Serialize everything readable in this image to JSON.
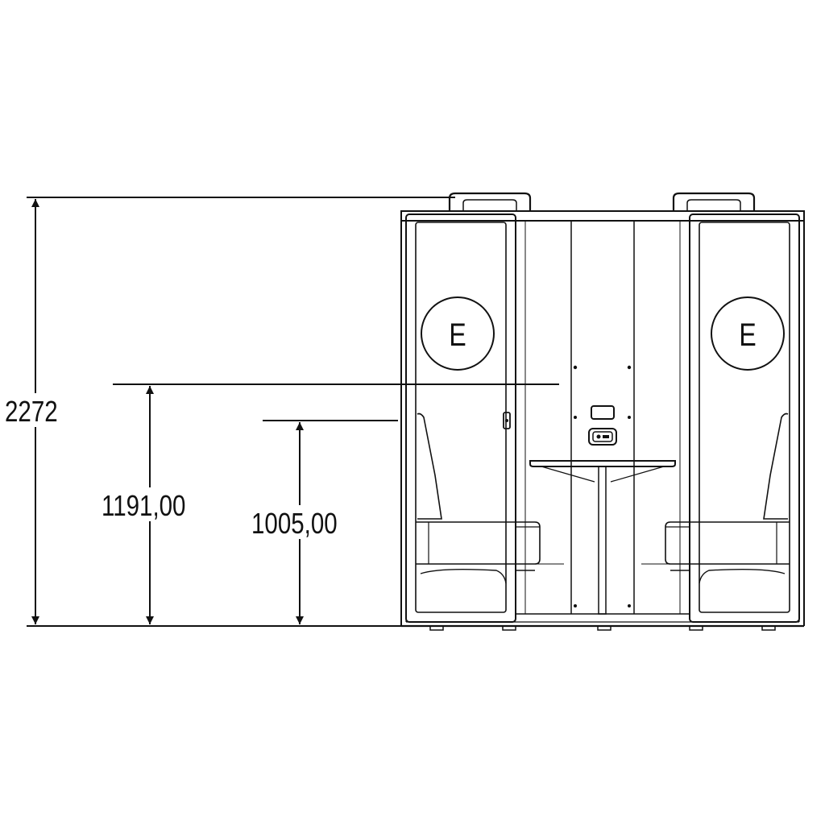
{
  "dimensions": {
    "overall_height": "2272",
    "upper_height": "1191,00",
    "lower_height": "1005,00"
  },
  "signage": {
    "left_badge": "E",
    "right_badge": "E"
  },
  "colors": {
    "line": "#111111",
    "background": "#ffffff"
  }
}
